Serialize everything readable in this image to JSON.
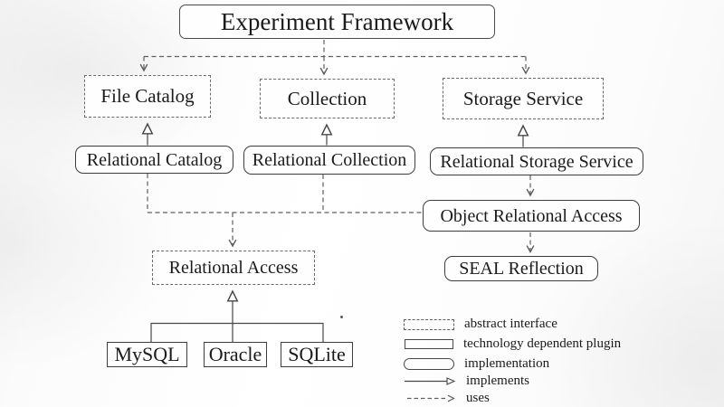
{
  "title": {
    "label": "Experiment Framework"
  },
  "nodes": {
    "file_catalog": {
      "label": "File Catalog",
      "kind": "abstract interface"
    },
    "collection": {
      "label": "Collection",
      "kind": "abstract interface"
    },
    "storage_service": {
      "label": "Storage Service",
      "kind": "abstract interface"
    },
    "relational_catalog": {
      "label": "Relational Catalog",
      "kind": "implementation"
    },
    "relational_collection": {
      "label": "Relational Collection",
      "kind": "implementation"
    },
    "relational_storage_service": {
      "label": "Relational Storage Service",
      "kind": "implementation"
    },
    "object_relational_access": {
      "label": "Object Relational Access",
      "kind": "implementation"
    },
    "seal_reflection": {
      "label": "SEAL Reflection",
      "kind": "implementation"
    },
    "relational_access": {
      "label": "Relational Access",
      "kind": "abstract interface"
    },
    "mysql": {
      "label": "MySQL",
      "kind": "technology dependent plugin"
    },
    "oracle": {
      "label": "Oracle",
      "kind": "technology dependent plugin"
    },
    "sqlite": {
      "label": "SQLite",
      "kind": "technology dependent plugin"
    }
  },
  "edges": [
    {
      "from": "Experiment Framework",
      "to": "File Catalog",
      "type": "uses"
    },
    {
      "from": "Experiment Framework",
      "to": "Collection",
      "type": "uses"
    },
    {
      "from": "Experiment Framework",
      "to": "Storage Service",
      "type": "uses"
    },
    {
      "from": "Relational Catalog",
      "to": "File Catalog",
      "type": "implements"
    },
    {
      "from": "Relational Collection",
      "to": "Collection",
      "type": "implements"
    },
    {
      "from": "Relational Storage Service",
      "to": "Storage Service",
      "type": "implements"
    },
    {
      "from": "Relational Catalog",
      "to": "Relational Access",
      "type": "uses"
    },
    {
      "from": "Relational Collection",
      "to": "Relational Access",
      "type": "uses"
    },
    {
      "from": "Relational Catalog",
      "to": "Object Relational Access",
      "type": "uses"
    },
    {
      "from": "Relational Collection",
      "to": "Object Relational Access",
      "type": "uses"
    },
    {
      "from": "Relational Storage Service",
      "to": "Object Relational Access",
      "type": "uses"
    },
    {
      "from": "Object Relational Access",
      "to": "SEAL Reflection",
      "type": "uses"
    },
    {
      "from": "MySQL",
      "to": "Relational Access",
      "type": "implements"
    },
    {
      "from": "Oracle",
      "to": "Relational Access",
      "type": "implements"
    },
    {
      "from": "SQLite",
      "to": "Relational Access",
      "type": "implements"
    }
  ],
  "legend": {
    "items": [
      {
        "swatch": "dashed-rect",
        "label": "abstract interface"
      },
      {
        "swatch": "solid-rect",
        "label": "technology dependent plugin"
      },
      {
        "swatch": "rounded-rect",
        "label": "implementation"
      },
      {
        "swatch": "solid-arrow",
        "label": "implements"
      },
      {
        "swatch": "dashed-arrow",
        "label": "uses"
      }
    ]
  },
  "colors": {
    "line_solid": "#474747",
    "line_dashed": "#5f5f5f",
    "text": "#1b1b1b",
    "box_fill": "#fffefe",
    "background": "#fbfbfb"
  }
}
